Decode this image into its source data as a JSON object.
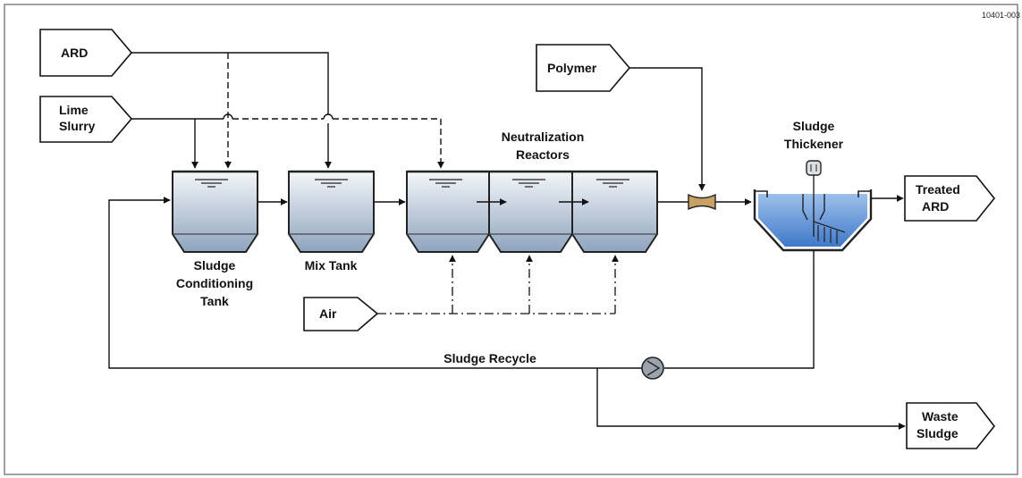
{
  "diagram_id": "10401-003",
  "inputs": {
    "ard": "ARD",
    "lime_slurry": [
      "Lime",
      "Slurry"
    ],
    "polymer": "Polymer",
    "air": "Air"
  },
  "outputs": {
    "treated_ard": [
      "Treated",
      "ARD"
    ],
    "waste_sludge": [
      "Waste",
      "Sludge"
    ]
  },
  "labels": {
    "sludge_conditioning_tank": [
      "Sludge",
      "Conditioning",
      "Tank"
    ],
    "mix_tank": "Mix Tank",
    "neutralization_reactors": [
      "Neutralization",
      "Reactors"
    ],
    "sludge_thickener": [
      "Sludge",
      "Thickener"
    ],
    "sludge_recycle": "Sludge Recycle"
  },
  "colors": {
    "tank_fill_top": "#f4f6f9",
    "tank_fill_bottom": "#8ea4be",
    "thickener_water": "#5b8fd6",
    "polymer_injector": "#c8a264",
    "pump": "#9aa3ad"
  }
}
